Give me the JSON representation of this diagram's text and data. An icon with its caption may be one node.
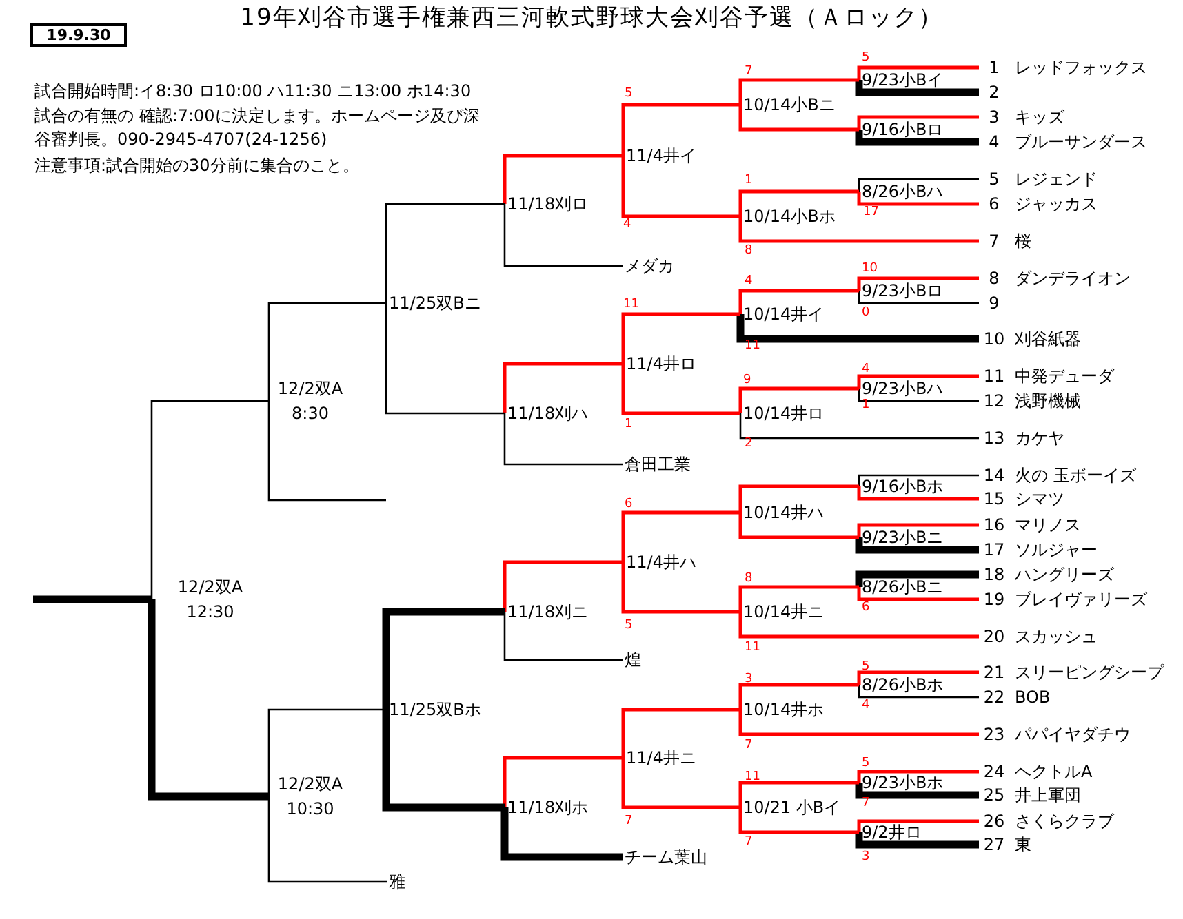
{
  "diagram": {
    "title": "19年刈谷市選手権兼西三河軟式野球大会刈谷予選（Ａロック）",
    "nodes": [
      {
        "text": [
          "19.9.30"
        ]
      },
      {
        "text": [
          "1",
          "レッドフォックス"
        ]
      },
      {
        "text": [
          "2"
        ]
      },
      {
        "text": [
          "3",
          "キッズ"
        ]
      },
      {
        "text": [
          "4",
          "ブルーサンダース"
        ]
      },
      {
        "text": [
          "5",
          "レジェンド"
        ]
      },
      {
        "text": [
          "6",
          "ジャッカス"
        ]
      },
      {
        "text": [
          "7",
          "桜"
        ]
      },
      {
        "text": [
          "8",
          "ダンデライオン"
        ]
      },
      {
        "text": [
          "9"
        ]
      },
      {
        "text": [
          "10",
          "刈谷紙器"
        ]
      },
      {
        "text": [
          "11",
          "中発デューダ"
        ]
      },
      {
        "text": [
          "12",
          "浅野機械"
        ]
      },
      {
        "text": [
          "13",
          "カケヤ"
        ]
      },
      {
        "text": [
          "14",
          "火の 玉ボーイズ"
        ]
      },
      {
        "text": [
          "15",
          "シマツ"
        ]
      },
      {
        "text": [
          "16",
          "マリノス"
        ]
      },
      {
        "text": [
          "17",
          "ソルジャー"
        ]
      },
      {
        "text": [
          "18",
          "ハングリーズ"
        ]
      },
      {
        "text": [
          "19",
          "ブレイヴァリーズ"
        ]
      },
      {
        "text": [
          "20",
          "スカッシュ"
        ]
      },
      {
        "text": [
          "21",
          "スリーピングシープ"
        ]
      },
      {
        "text": [
          "22",
          "BOB"
        ]
      },
      {
        "text": [
          "23",
          "パパイヤダチウ"
        ]
      },
      {
        "text": [
          "24",
          "ヘクトルA"
        ]
      },
      {
        "text": [
          "25",
          "井上軍団"
        ]
      },
      {
        "text": [
          "26",
          "さくらクラブ"
        ]
      },
      {
        "text": [
          "27",
          "東"
        ]
      },
      {
        "text": [
          "メダカ"
        ]
      },
      {
        "text": [
          "倉田工業"
        ]
      },
      {
        "text": [
          "煌"
        ]
      },
      {
        "text": [
          "チーム葉山"
        ]
      },
      {
        "text": [
          "雅"
        ]
      },
      {
        "text": [
          "9/23小Bイ"
        ]
      },
      {
        "text": [
          "9/16小Bロ"
        ]
      },
      {
        "text": [
          "8/26小Bハ"
        ]
      },
      {
        "text": [
          "9/23小Bロ"
        ]
      },
      {
        "text": [
          "9/23小Bハ"
        ]
      },
      {
        "text": [
          "9/16小Bホ"
        ]
      },
      {
        "text": [
          "9/23小Bニ"
        ]
      },
      {
        "text": [
          "8/26小Bニ"
        ]
      },
      {
        "text": [
          "8/26小Bホ"
        ]
      },
      {
        "text": [
          "9/23小Bホ"
        ]
      },
      {
        "text": [
          "9/2井ロ"
        ]
      },
      {
        "text": [
          "10/14小Bニ"
        ]
      },
      {
        "text": [
          "10/14小Bホ"
        ]
      },
      {
        "text": [
          "10/14井イ"
        ]
      },
      {
        "text": [
          "10/14井ロ"
        ]
      },
      {
        "text": [
          "10/14井ハ"
        ]
      },
      {
        "text": [
          "10/14井ニ"
        ]
      },
      {
        "text": [
          "10/14井ホ"
        ]
      },
      {
        "text": [
          "10/21 小Bイ"
        ]
      },
      {
        "text": [
          "11/4井イ"
        ]
      },
      {
        "text": [
          "11/4井ロ"
        ]
      },
      {
        "text": [
          "11/4井ハ"
        ]
      },
      {
        "text": [
          "11/4井ニ"
        ]
      },
      {
        "text": [
          "11/18刈ロ"
        ]
      },
      {
        "text": [
          "11/18刈ハ"
        ]
      },
      {
        "text": [
          "11/18刈ニ"
        ]
      },
      {
        "text": [
          "11/18刈ホ"
        ]
      },
      {
        "text": [
          "11/25双Bニ"
        ]
      },
      {
        "text": [
          "11/25双Bホ"
        ]
      },
      {
        "text": [
          "12/2双A 8:30"
        ]
      },
      {
        "text": [
          "12/2双A 10:30"
        ]
      },
      {
        "text": [
          "12/2双A 12:30"
        ]
      }
    ],
    "edges": [
      {
        "from": 33,
        "to": 1,
        "arrow": "none"
      },
      {
        "from": 33,
        "to": 2,
        "arrow": "none",
        "style": "thick",
        "color": "#000000"
      },
      {
        "from": 34,
        "to": 3,
        "arrow": "none"
      },
      {
        "from": 34,
        "to": 4,
        "arrow": "none",
        "style": "thick",
        "color": "#000000"
      },
      {
        "from": 35,
        "to": 5,
        "arrow": "none",
        "color": "#000000"
      },
      {
        "from": 35,
        "to": 6,
        "arrow": "none"
      },
      {
        "from": 36,
        "to": 8,
        "arrow": "none"
      },
      {
        "from": 36,
        "to": 9,
        "arrow": "none",
        "color": "#000000"
      },
      {
        "from": 37,
        "to": 11,
        "arrow": "none"
      },
      {
        "from": 37,
        "to": 12,
        "arrow": "none",
        "color": "#000000"
      },
      {
        "from": 38,
        "to": 14,
        "arrow": "none",
        "color": "#000000"
      },
      {
        "from": 38,
        "to": 15,
        "arrow": "none"
      },
      {
        "from": 39,
        "to": 16,
        "arrow": "none"
      },
      {
        "from": 39,
        "to": 17,
        "arrow": "none",
        "style": "thick",
        "color": "#000000"
      },
      {
        "from": 40,
        "to": 18,
        "arrow": "none",
        "style": "thick",
        "color": "#000000"
      },
      {
        "from": 40,
        "to": 19,
        "arrow": "none"
      },
      {
        "from": 41,
        "to": 21,
        "arrow": "none"
      },
      {
        "from": 41,
        "to": 22,
        "arrow": "none",
        "color": "#000000"
      },
      {
        "from": 42,
        "to": 24,
        "arrow": "none"
      },
      {
        "from": 42,
        "to": 25,
        "arrow": "none",
        "style": "thick",
        "color": "#000000"
      },
      {
        "from": 43,
        "to": 26,
        "arrow": "none"
      },
      {
        "from": 43,
        "to": 27,
        "arrow": "none",
        "style": "thick",
        "color": "#000000"
      },
      {
        "from": 44,
        "to": 33,
        "arrow": "none"
      },
      {
        "from": 44,
        "to": 34,
        "arrow": "none"
      },
      {
        "from": 45,
        "to": 35,
        "arrow": "none"
      },
      {
        "from": 45,
        "to": 7,
        "arrow": "none"
      },
      {
        "from": 46,
        "to": 36,
        "arrow": "none"
      },
      {
        "from": 46,
        "to": 10,
        "arrow": "none",
        "style": "thick",
        "color": "#000000"
      },
      {
        "from": 47,
        "to": 37,
        "arrow": "none"
      },
      {
        "from": 47,
        "to": 13,
        "arrow": "none",
        "color": "#000000"
      },
      {
        "from": 48,
        "to": 38,
        "arrow": "none"
      },
      {
        "from": 48,
        "to": 39,
        "arrow": "none"
      },
      {
        "from": 49,
        "to": 40,
        "arrow": "none"
      },
      {
        "from": 49,
        "to": 20,
        "arrow": "none"
      },
      {
        "from": 50,
        "to": 41,
        "arrow": "none"
      },
      {
        "from": 50,
        "to": 23,
        "arrow": "none"
      },
      {
        "from": 51,
        "to": 42,
        "arrow": "none"
      },
      {
        "from": 51,
        "to": 43,
        "arrow": "none"
      },
      {
        "from": 52,
        "to": 44,
        "arrow": "none"
      },
      {
        "from": 52,
        "to": 45,
        "arrow": "none"
      },
      {
        "from": 53,
        "to": 46,
        "arrow": "none"
      },
      {
        "from": 53,
        "to": 47,
        "arrow": "none"
      },
      {
        "from": 54,
        "to": 48,
        "arrow": "none"
      },
      {
        "from": 54,
        "to": 49,
        "arrow": "none"
      },
      {
        "from": 55,
        "to": 50,
        "arrow": "none"
      },
      {
        "from": 55,
        "to": 51,
        "arrow": "none"
      },
      {
        "from": 56,
        "to": 52,
        "arrow": "none"
      },
      {
        "from": 56,
        "to": 28,
        "arrow": "none",
        "color": "#000000"
      },
      {
        "from": 57,
        "to": 53,
        "arrow": "none"
      },
      {
        "from": 57,
        "to": 29,
        "arrow": "none",
        "color": "#000000"
      },
      {
        "from": 58,
        "to": 54,
        "arrow": "none"
      },
      {
        "from": 58,
        "to": 30,
        "arrow": "none",
        "color": "#000000"
      },
      {
        "from": 59,
        "to": 55,
        "arrow": "none"
      },
      {
        "from": 59,
        "to": 31,
        "arrow": "none",
        "style": "thick",
        "color": "#000000"
      },
      {
        "from": 60,
        "to": 56,
        "arrow": "none",
        "color": "#000000"
      },
      {
        "from": 60,
        "to": 57,
        "arrow": "none",
        "color": "#000000"
      },
      {
        "from": 61,
        "to": 58,
        "arrow": "none",
        "style": "thick",
        "color": "#000000"
      },
      {
        "from": 61,
        "to": 59,
        "arrow": "none",
        "style": "thick",
        "color": "#000000"
      },
      {
        "from": 62,
        "to": 60,
        "arrow": "none",
        "color": "#000000"
      },
      {
        "from": 62,
        "to": null,
        "arrow": "none",
        "color": "#000000"
      },
      {
        "from": 63,
        "to": 61,
        "arrow": "none",
        "color": "#000000"
      },
      {
        "from": 63,
        "to": 32,
        "arrow": "none",
        "color": "#000000"
      },
      {
        "from": 64,
        "to": 62,
        "arrow": "none",
        "color": "#000000"
      },
      {
        "from": 64,
        "to": 63,
        "arrow": "none",
        "style": "thick",
        "color": "#000000"
      },
      {
        "from": null,
        "to": 64,
        "arrow": "none",
        "style": "thick",
        "color": "#000000"
      }
    ],
    "labels": [
      "試合開始時間:イ8:30 ロ10:00 ハ11:30 ニ13:00 ホ14:30",
      "試合の有無の 確認:7:00に決定します。ホームページ及び深谷審判長。090-2945-4707(24-1256)",
      "注意事項:試合開始の30分前に集合のこと。",
      "5",
      "7",
      "5",
      "1",
      "17",
      "4",
      "8",
      "10",
      "4",
      "11",
      "0",
      "11",
      "4",
      "9",
      "1",
      "1",
      "2",
      "6",
      "8",
      "6",
      "5",
      "11",
      "5",
      "3",
      "4",
      "7",
      "5",
      "11",
      "7",
      "7",
      "7",
      "3"
    ]
  }
}
